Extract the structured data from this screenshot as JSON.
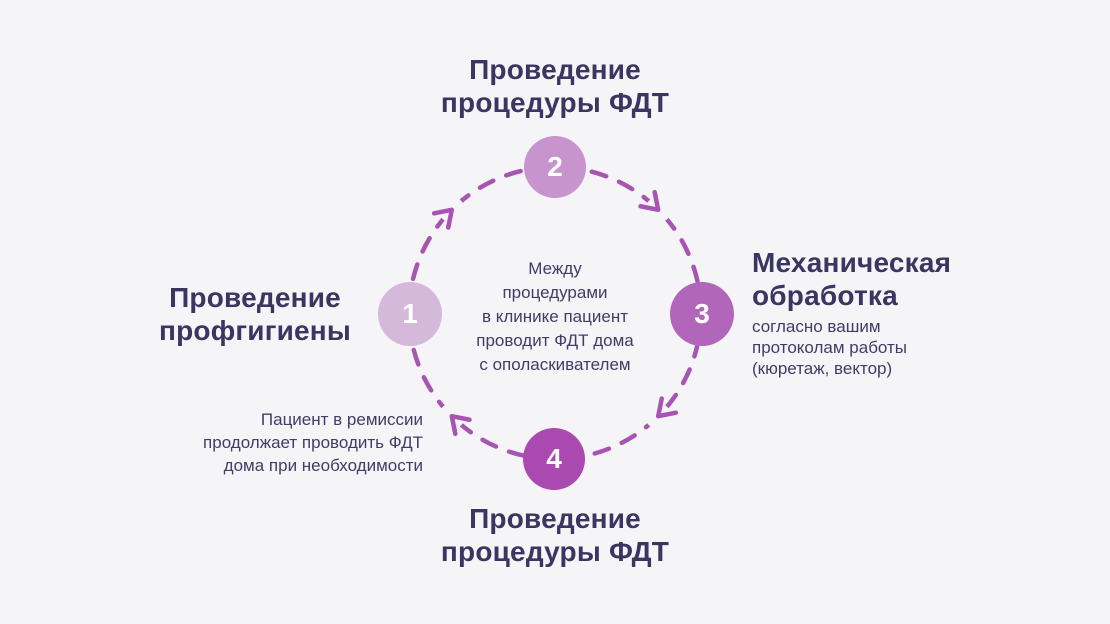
{
  "colors": {
    "background": "#f5f4f6",
    "heading_text": "#3b3561",
    "body_text": "#423c66",
    "dash": "#a754b3",
    "number_text": "#ffffff",
    "step_circles": [
      "#d5b9db",
      "#c794cd",
      "#b166ba",
      "#aa4ab1"
    ]
  },
  "steps": [
    {
      "number": "1",
      "title": "Проведение\nпрофгигиены"
    },
    {
      "number": "2",
      "title": "Проведение\nпроцедуры ФДТ"
    },
    {
      "number": "3",
      "title": "Механическая\nобработка",
      "description": "согласно вашим\nпротоколам работы\n(кюретаж, вектор)"
    },
    {
      "number": "4",
      "title": "Проведение\nпроцедуры ФДТ",
      "note": "Пациент в ремиссии\nпродолжает проводить ФДТ\nдома при необходимости"
    }
  ],
  "center_note": "Между\nпроцедурами\nв клинике пациент\nпроводит ФДТ дома\nс ополаскивателем"
}
